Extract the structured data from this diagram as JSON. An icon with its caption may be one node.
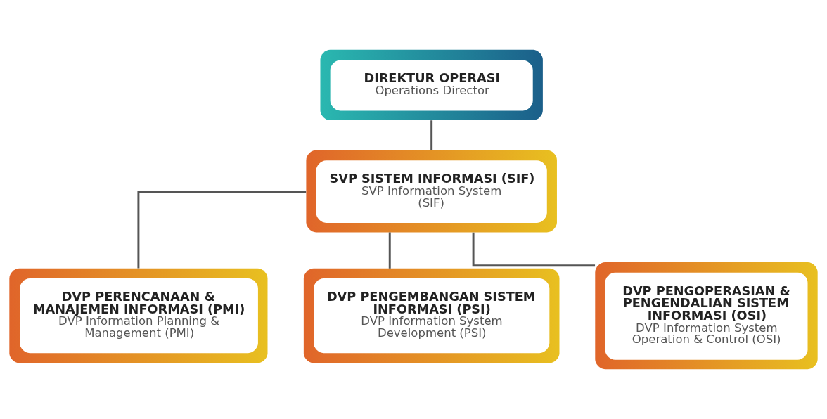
{
  "diagram": {
    "nodes": [
      {
        "text": [
          "DIREKTUR OPERASI",
          "Operations Director"
        ]
      },
      {
        "text": [
          "SVP SISTEM INFORMASI (SIF)",
          "SVP Information System (SIF)"
        ]
      },
      {
        "text": [
          "DVP PERENCANAAN & MANAJEMEN INFORMASI (PMI)",
          "DVP Information Planning & Management (PMI)"
        ]
      },
      {
        "text": [
          "DVP PENGEMBANGAN SISTEM INFORMASI (PSI)",
          "DVP Information System Development (PSI)"
        ]
      },
      {
        "text": [
          "DVP PENGOPERASIAN & PENGENDALIAN SISTEM INFORMASI (OSI)",
          "DVP Information System Operation & Control (OSI)"
        ]
      }
    ],
    "edges": [
      {
        "from": 0,
        "to": 1,
        "arrow": "none"
      },
      {
        "from": 1,
        "to": 2,
        "arrow": "none"
      },
      {
        "from": 1,
        "to": 3,
        "arrow": "none"
      },
      {
        "from": 1,
        "to": 4,
        "arrow": "none"
      }
    ]
  }
}
